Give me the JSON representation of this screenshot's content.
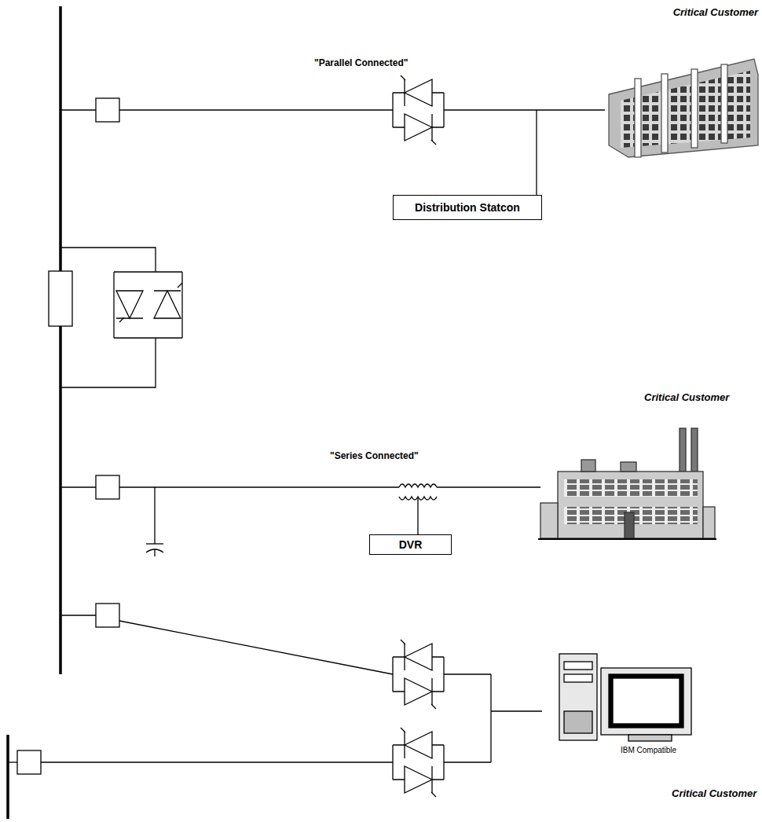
{
  "diagram": {
    "nodes": [
      {
        "text": [
          "Distribution Statcon"
        ]
      },
      {
        "text": [
          "DVR"
        ]
      }
    ],
    "labels": [
      "\"Parallel Connected\"",
      "Critical Customer",
      "Critical Customer",
      "\"Series Connected\"",
      "IBM Compatible",
      "Critical Customer"
    ]
  }
}
